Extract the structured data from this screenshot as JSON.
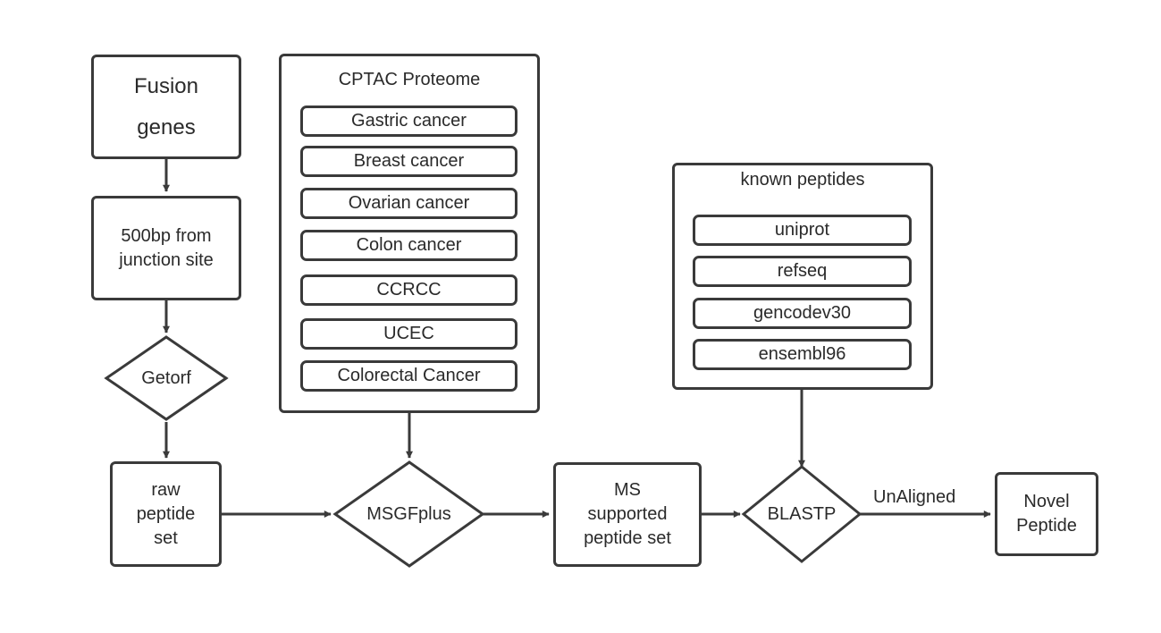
{
  "nodes": {
    "fusion_genes": [
      "Fusion",
      "genes"
    ],
    "junction": [
      "500bp from",
      "junction site"
    ],
    "getorf": "Getorf",
    "raw_peptide": [
      "raw",
      "peptide",
      "set"
    ],
    "msgfplus": "MSGFplus",
    "ms_supported": [
      "MS",
      "supported",
      "peptide set"
    ],
    "blastp": "BLASTP",
    "novel_peptide": [
      "Novel",
      "Peptide"
    ]
  },
  "cptac": {
    "title": "CPTAC Proteome",
    "items": [
      "Gastric cancer",
      "Breast cancer",
      "Ovarian cancer",
      "Colon cancer",
      "CCRCC",
      "UCEC",
      "Colorectal Cancer"
    ]
  },
  "known": {
    "title": "known peptides",
    "items": [
      "uniprot",
      "refseq",
      "gencodev30",
      "ensembl96"
    ]
  },
  "edges": {
    "unaligned_label": "UnAligned"
  }
}
